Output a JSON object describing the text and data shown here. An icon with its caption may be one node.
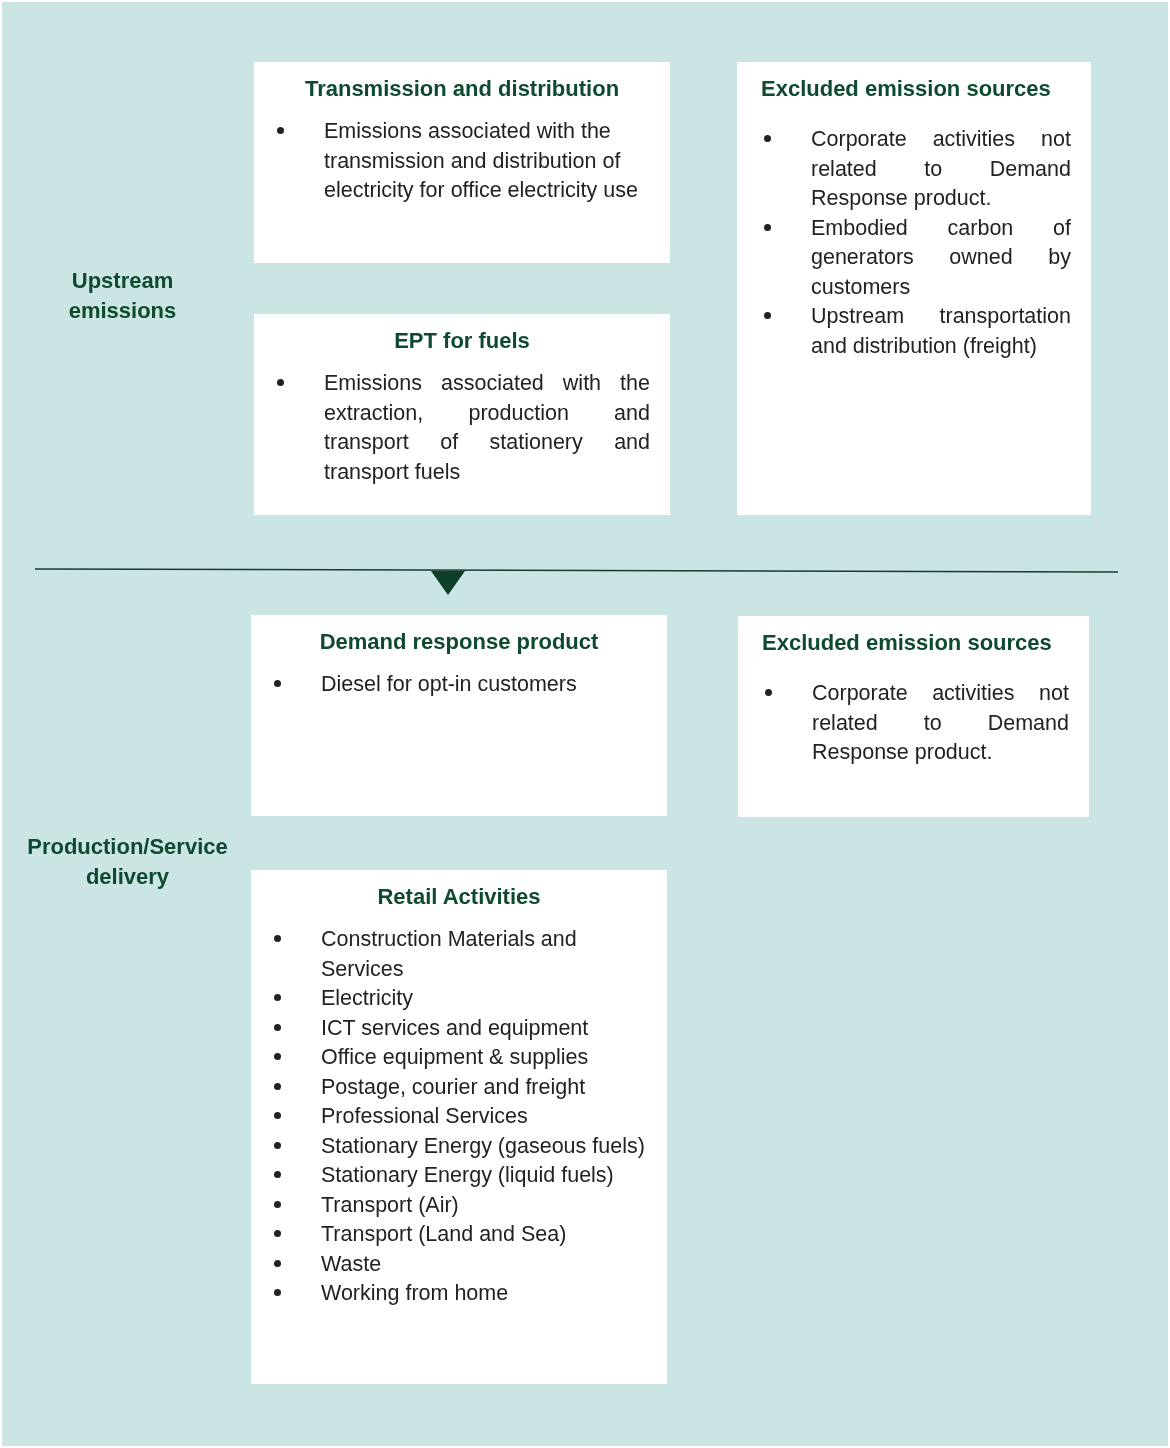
{
  "diagram": {
    "nodes": [
      {
        "text": [
          "Transmission and distribution",
          "Emissions associated with the transmission and distribution of electricity for office electricity use"
        ]
      },
      {
        "text": [
          "Excluded emission sources",
          "Corporate activities not related to Demand Response product.",
          "Embodied carbon of generators owned by customers",
          "Upstream transportation and distribution (freight)"
        ]
      },
      {
        "text": [
          "EPT for fuels",
          "Emissions associated with the extraction, production and transport of stationery and transport fuels"
        ]
      },
      {
        "text": [
          "Demand response product",
          "Diesel for opt-in customers"
        ]
      },
      {
        "text": [
          "Excluded emission sources",
          "Corporate activities not related to Demand Response product."
        ]
      },
      {
        "text": [
          "Retail Activities",
          "Construction Materials and Services",
          "Electricity",
          "ICT services and equipment",
          "Office equipment & supplies",
          "Postage, courier and freight",
          "Professional Services",
          "Stationary Energy (gaseous fuels)",
          "Stationary Energy (liquid fuels)",
          "Transport (Air)",
          "Transport (Land and Sea)",
          "Waste",
          "Working from home"
        ]
      }
    ],
    "edges": [],
    "labels": [
      "Upstream emissions",
      "Production/Service delivery"
    ]
  }
}
